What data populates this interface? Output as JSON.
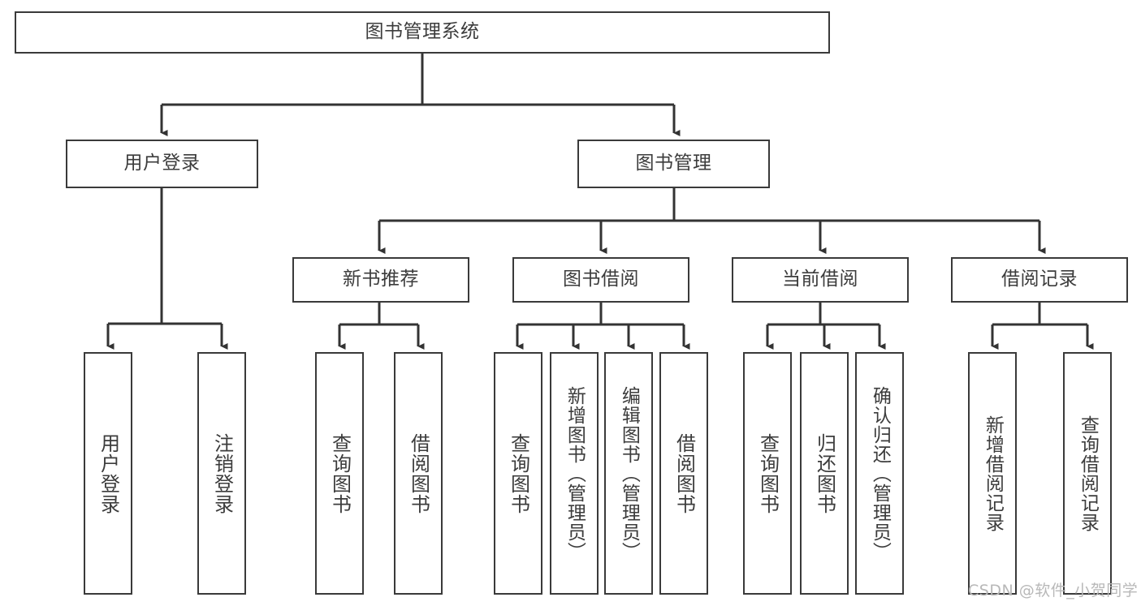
{
  "diagram": {
    "title": "图书管理系统",
    "type": "tree-hierarchy",
    "orientation": "top-down",
    "colors": {
      "background": "#ffffff",
      "box_border": "#3a3a3a",
      "box_fill": "#ffffff",
      "text": "#3c3c3c",
      "edge": "#333333",
      "watermark": "#b8b8b8"
    },
    "nodes": {
      "root": {
        "label": "图书管理系统",
        "level": 1,
        "text_orientation": "horizontal"
      },
      "user_login": {
        "label": "用户登录",
        "level": 2,
        "text_orientation": "horizontal"
      },
      "book_manage": {
        "label": "图书管理",
        "level": 2,
        "text_orientation": "horizontal"
      },
      "new_book_rec": {
        "label": "新书推荐",
        "level": 3,
        "text_orientation": "horizontal"
      },
      "book_borrow": {
        "label": "图书借阅",
        "level": 3,
        "text_orientation": "horizontal"
      },
      "current_borrow": {
        "label": "当前借阅",
        "level": 3,
        "text_orientation": "horizontal"
      },
      "borrow_record": {
        "label": "借阅记录",
        "level": 3,
        "text_orientation": "horizontal"
      },
      "leaf_user_login": {
        "label": "用户登录",
        "level": 4,
        "text_orientation": "vertical"
      },
      "leaf_logout": {
        "label": "注销登录",
        "level": 4,
        "text_orientation": "vertical"
      },
      "leaf_query_book_1": {
        "label": "查询图书",
        "level": 4,
        "text_orientation": "vertical"
      },
      "leaf_borrow_book_1": {
        "label": "借阅图书",
        "level": 4,
        "text_orientation": "vertical"
      },
      "leaf_query_book_2": {
        "label": "查询图书",
        "level": 4,
        "text_orientation": "vertical"
      },
      "leaf_add_book": {
        "label": "新增图书（管理员）",
        "level": 4,
        "text_orientation": "vertical"
      },
      "leaf_edit_book": {
        "label": "编辑图书（管理员）",
        "level": 4,
        "text_orientation": "vertical"
      },
      "leaf_borrow_book_2": {
        "label": "借阅图书",
        "level": 4,
        "text_orientation": "vertical"
      },
      "leaf_query_book_3": {
        "label": "查询图书",
        "level": 4,
        "text_orientation": "vertical"
      },
      "leaf_return_book": {
        "label": "归还图书",
        "level": 4,
        "text_orientation": "vertical"
      },
      "leaf_confirm_return": {
        "label": "确认归还（管理员）",
        "level": 4,
        "text_orientation": "vertical"
      },
      "leaf_add_record": {
        "label": "新增借阅记录",
        "level": 4,
        "text_orientation": "vertical"
      },
      "leaf_query_record": {
        "label": "查询借阅记录",
        "level": 4,
        "text_orientation": "vertical"
      }
    },
    "edges": [
      {
        "from": "root",
        "to": "user_login"
      },
      {
        "from": "root",
        "to": "book_manage"
      },
      {
        "from": "user_login",
        "to": "leaf_user_login"
      },
      {
        "from": "user_login",
        "to": "leaf_logout"
      },
      {
        "from": "book_manage",
        "to": "new_book_rec"
      },
      {
        "from": "book_manage",
        "to": "book_borrow"
      },
      {
        "from": "book_manage",
        "to": "current_borrow"
      },
      {
        "from": "book_manage",
        "to": "borrow_record"
      },
      {
        "from": "new_book_rec",
        "to": "leaf_query_book_1"
      },
      {
        "from": "new_book_rec",
        "to": "leaf_borrow_book_1"
      },
      {
        "from": "book_borrow",
        "to": "leaf_query_book_2"
      },
      {
        "from": "book_borrow",
        "to": "leaf_add_book"
      },
      {
        "from": "book_borrow",
        "to": "leaf_edit_book"
      },
      {
        "from": "book_borrow",
        "to": "leaf_borrow_book_2"
      },
      {
        "from": "current_borrow",
        "to": "leaf_query_book_3"
      },
      {
        "from": "current_borrow",
        "to": "leaf_return_book"
      },
      {
        "from": "current_borrow",
        "to": "leaf_confirm_return"
      },
      {
        "from": "borrow_record",
        "to": "leaf_add_record"
      },
      {
        "from": "borrow_record",
        "to": "leaf_query_record"
      }
    ]
  },
  "watermark": {
    "text": "CSDN @软件_小贺同学"
  }
}
